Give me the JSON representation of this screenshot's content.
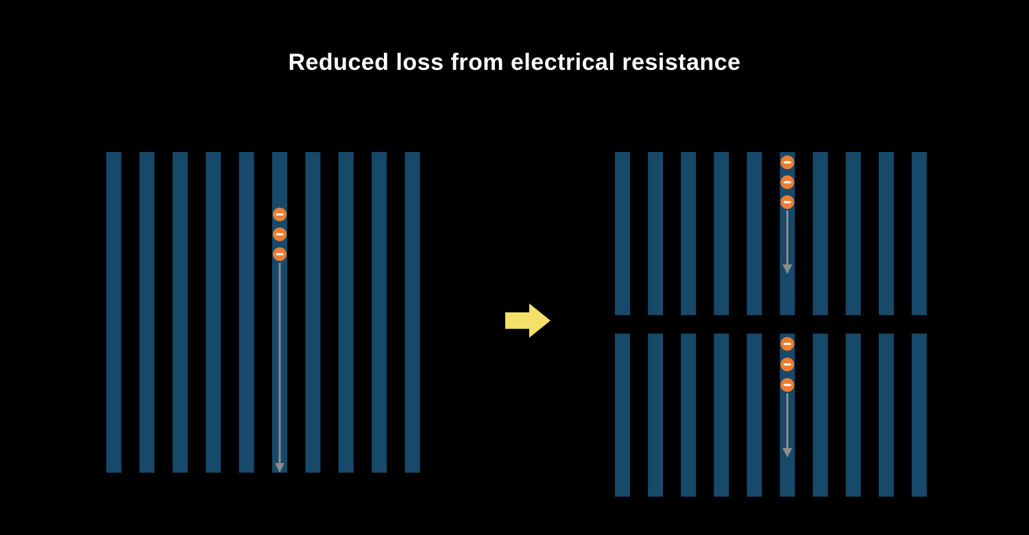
{
  "title": "Reduced loss from electrical resistance",
  "colors": {
    "background": "#000000",
    "title_text": "#ffffff",
    "wire_bar": "#17496b",
    "electron_fill": "#ed7d31",
    "electron_minus": "#ffffff",
    "current_arrow": "#8c8c8c",
    "transition_arrow": "#f3e169"
  },
  "left_panel": {
    "wire_count": 10,
    "electron_count": 3,
    "current_arrow_count": 1
  },
  "right_panel": {
    "segment_count": 2,
    "wire_count_per_segment": 10,
    "electron_count_per_segment": 3,
    "current_arrow_count_per_segment": 1
  },
  "icons": {
    "electron": "minus-circle-icon",
    "current": "down-arrow-icon",
    "transition": "right-arrow-icon"
  }
}
